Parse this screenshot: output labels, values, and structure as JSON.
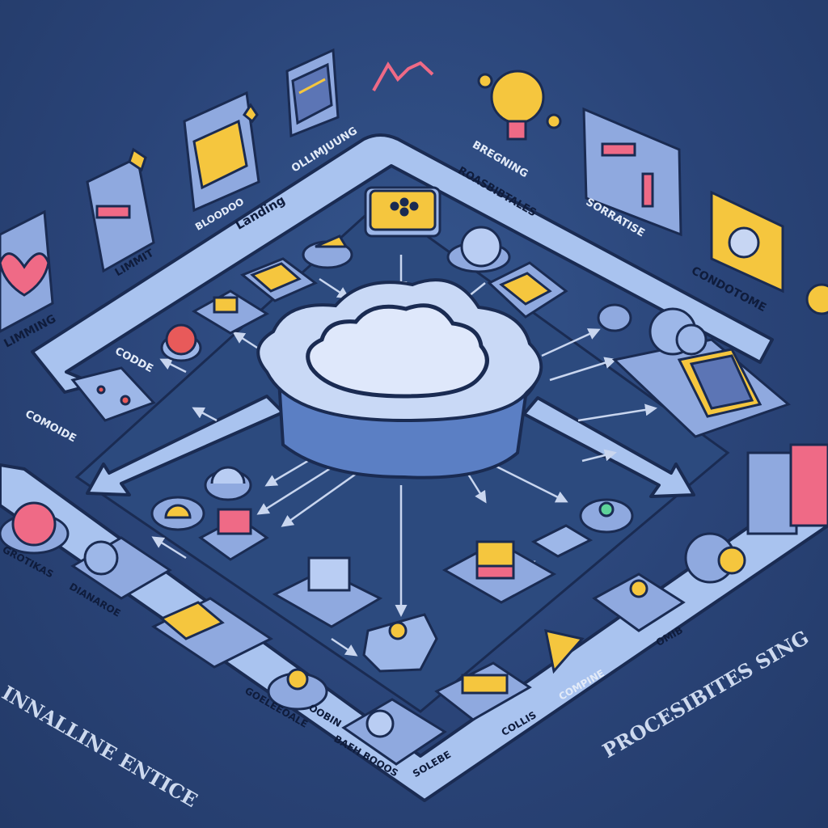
{
  "labels": {
    "top_left_1": "Landing",
    "top_left_2": "OLLIMJUUNG",
    "top_mid_1": "BREGNING",
    "top_mid_2": "ROASBIBTALES",
    "top_right_1": "SORRATISE",
    "right_1": "CONDOTOME",
    "left_1": "LIMMIT",
    "left_2": "BLOODOO",
    "left_3": "LIMMING",
    "left_mid_1": "CODDE",
    "left_mid_2": "COMOIDE",
    "left_bottom_1": "GROTIKAS",
    "left_bottom_2": "DIANAROE",
    "bottom_1": "GOELEEOALE",
    "bottom_2": "OOBIN",
    "bottom_3": "BAEH BOOOS",
    "bottom_4": "SOLEBE",
    "bottom_5": "COLLIS",
    "bottom_6": "COMPINE",
    "bottom_7": "OMIB",
    "big_left": "INNALLINE ENTICE",
    "big_right": "PROCESIBITES SING"
  },
  "colors": {
    "track": "#a9c3ef",
    "track_edge": "#1a2b52",
    "tile": "#c7d6f3",
    "accent_yellow": "#f5c63e",
    "accent_pink": "#ef6a86",
    "accent_red": "#e85a5a"
  }
}
